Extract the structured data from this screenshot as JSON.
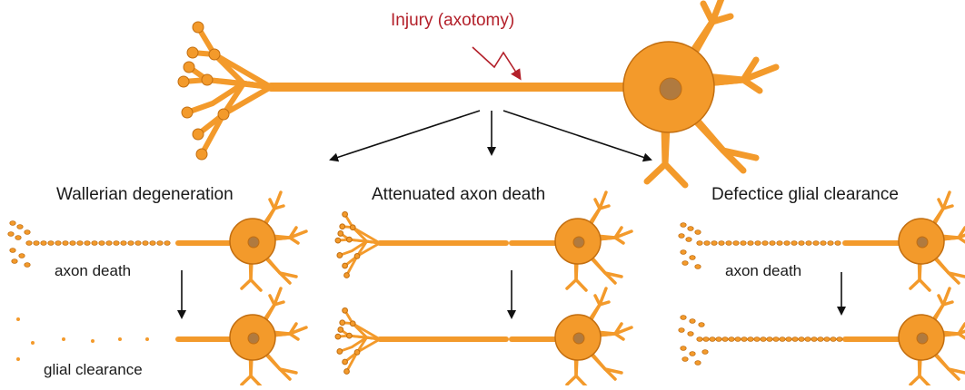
{
  "colors": {
    "neuron_fill": "#F39A2B",
    "neuron_stroke": "#C26E10",
    "nucleus": "#B07A3F",
    "injury": "#B3202A",
    "arrow": "#111111"
  },
  "injury_label": "Injury (axotomy)",
  "panels": [
    {
      "title": "Wallerian degeneration",
      "step1": "axon death",
      "step2": "glial clearance"
    },
    {
      "title": "Attenuated axon death",
      "step1": "",
      "step2": ""
    },
    {
      "title": "Defectice glial clearance",
      "step1": "axon death",
      "step2": ""
    }
  ]
}
